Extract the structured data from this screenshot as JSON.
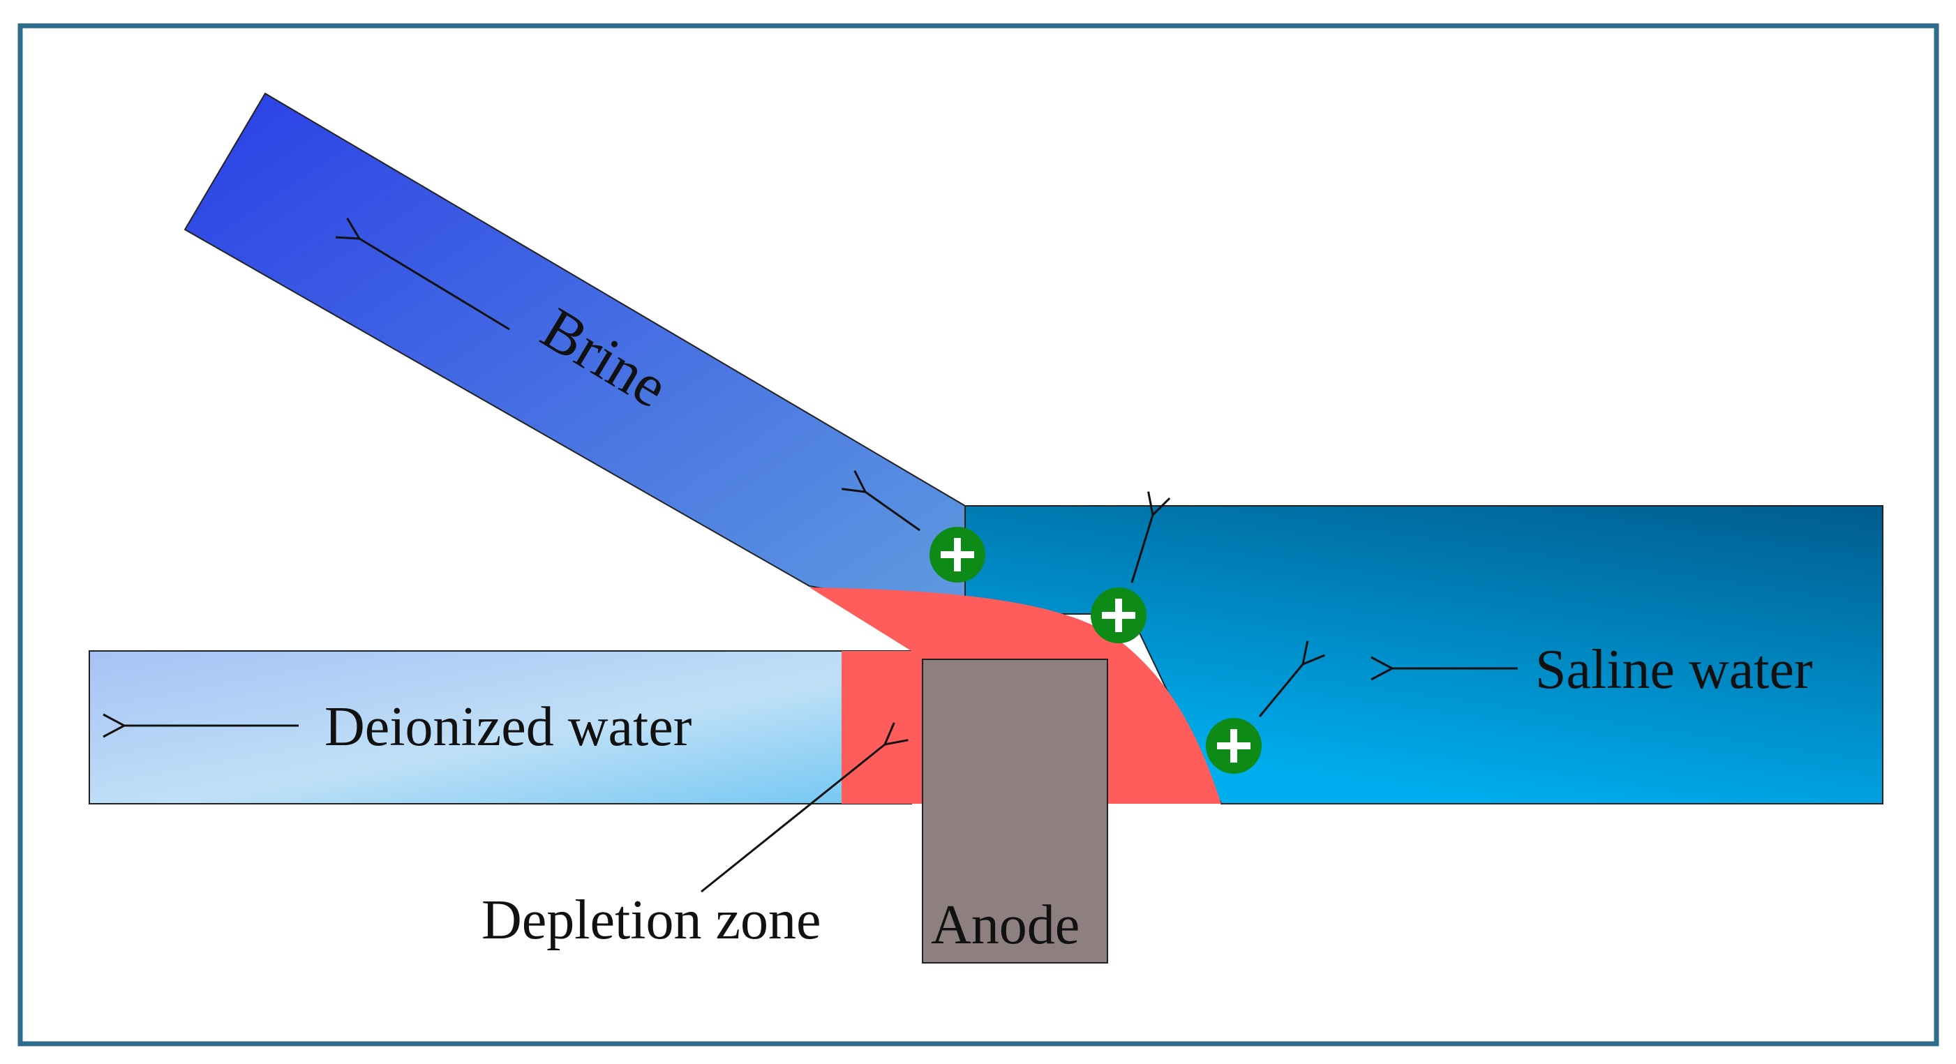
{
  "labels": {
    "brine": "Brine",
    "saline_water": "Saline water",
    "deionized_water": "Deionized water",
    "depletion_zone": "Depletion zone",
    "anode": "Anode"
  },
  "icons": {
    "cation": "plus-circle-icon",
    "flow_arrow": "arrow-icon"
  },
  "colors": {
    "frame_border": "#2E6B8C",
    "brine_channel_start": "#2A3FE6",
    "brine_channel_end": "#5F9BE0",
    "saline_channel_start": "#005C8E",
    "saline_channel_end": "#00AEEF",
    "deionized_channel_start": "#A7C2F5",
    "deionized_channel_end": "#6FC6F2",
    "depletion_zone": "#FF5C5C",
    "anode": "#8E8080",
    "cation": "#0E8A17",
    "cation_sign": "#FFFFFF"
  }
}
